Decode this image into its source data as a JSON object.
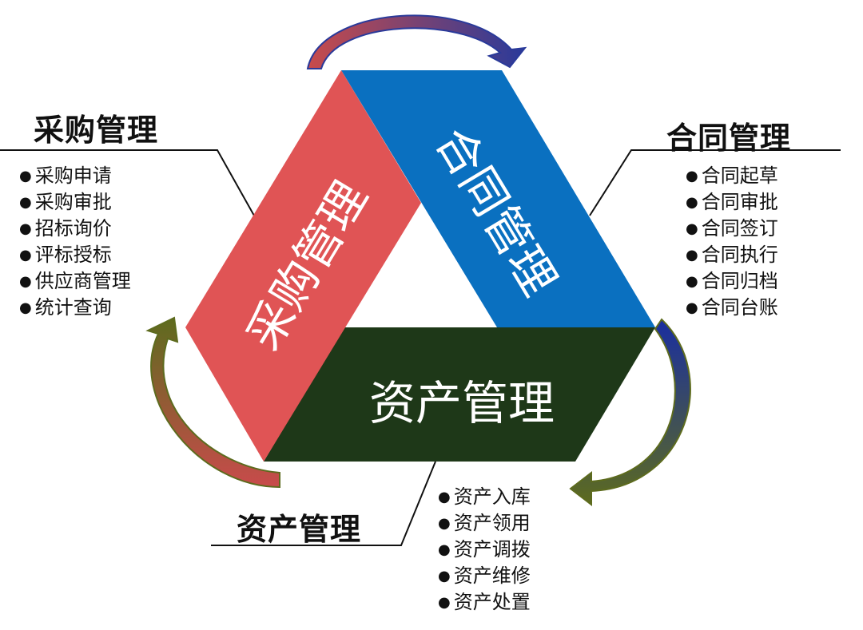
{
  "center": {
    "procurement": "采购管理",
    "contract": "合同管理",
    "asset": "资产管理"
  },
  "procurement": {
    "title": "采购管理",
    "items": [
      "采购申请",
      "采购审批",
      "招标询价",
      "评标授标",
      "供应商管理",
      "统计查询"
    ]
  },
  "contract": {
    "title": "合同管理",
    "items": [
      "合同起草",
      "合同审批",
      "合同签订",
      "合同执行",
      "合同归档",
      "合同台账"
    ]
  },
  "asset": {
    "title": "资产管理",
    "items": [
      "资产入库",
      "资产领用",
      "资产调拨",
      "资产维修",
      "资产处置"
    ]
  },
  "colors": {
    "procurement": "#e05455",
    "contract": "#0a70c0",
    "asset": "#1e3818"
  }
}
